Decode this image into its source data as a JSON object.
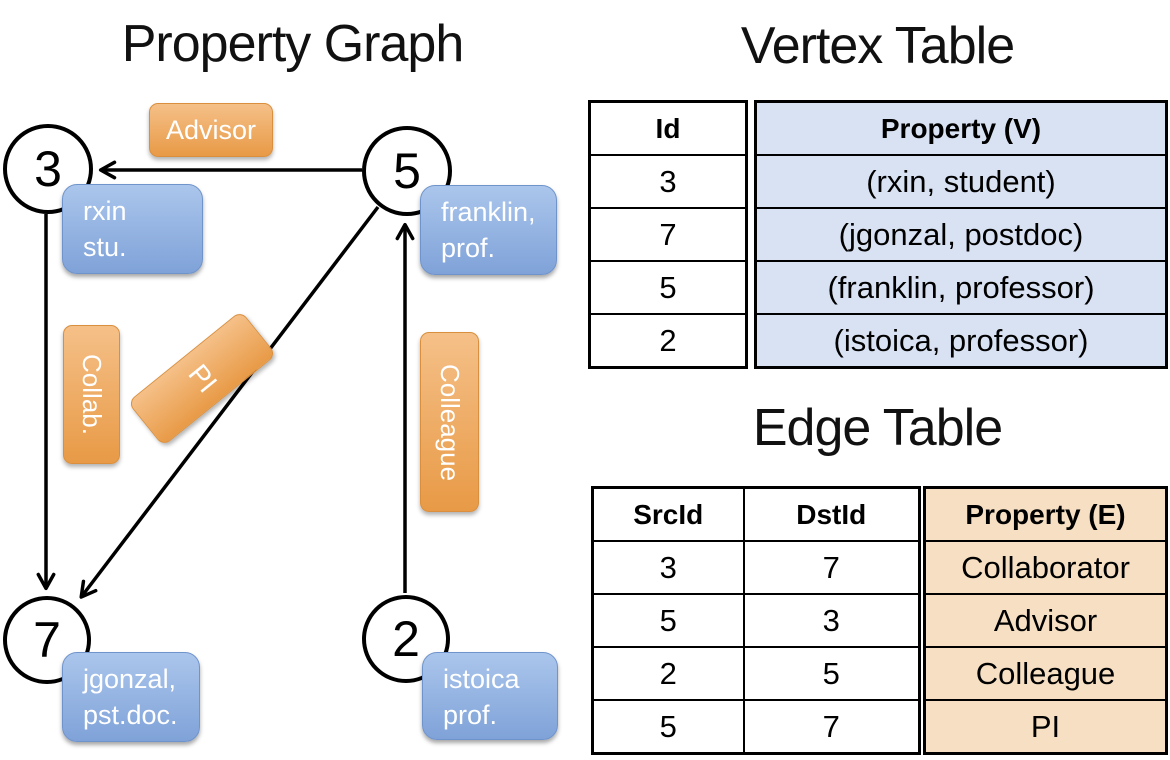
{
  "graph": {
    "title": "Property Graph",
    "nodes": [
      {
        "id": "3",
        "label_line1": "rxin",
        "label_line2": "stu."
      },
      {
        "id": "5",
        "label_line1": "franklin,",
        "label_line2": "prof."
      },
      {
        "id": "7",
        "label_line1": "jgonzal,",
        "label_line2": "pst.doc."
      },
      {
        "id": "2",
        "label_line1": "istoica",
        "label_line2": "prof."
      }
    ],
    "edges": [
      {
        "label": "Advisor",
        "src": "5",
        "dst": "3"
      },
      {
        "label": "Collab.",
        "src": "3",
        "dst": "7"
      },
      {
        "label": "PI",
        "src": "5",
        "dst": "7"
      },
      {
        "label": "Colleague",
        "src": "2",
        "dst": "5"
      }
    ]
  },
  "vertex_table": {
    "title": "Vertex Table",
    "col_id": "Id",
    "col_property": "Property (V)",
    "rows": [
      {
        "id": "3",
        "property": "(rxin, student)"
      },
      {
        "id": "7",
        "property": "(jgonzal, postdoc)"
      },
      {
        "id": "5",
        "property": "(franklin, professor)"
      },
      {
        "id": "2",
        "property": "(istoica, professor)"
      }
    ]
  },
  "edge_table": {
    "title": "Edge Table",
    "col_src": "SrcId",
    "col_dst": "DstId",
    "col_property": "Property (E)",
    "rows": [
      {
        "src": "3",
        "dst": "7",
        "property": "Collaborator"
      },
      {
        "src": "5",
        "dst": "3",
        "property": "Advisor"
      },
      {
        "src": "2",
        "dst": "5",
        "property": "Colleague"
      },
      {
        "src": "5",
        "dst": "7",
        "property": "PI"
      }
    ]
  },
  "colors": {
    "vertex_property_bg": "#d9e2f3",
    "edge_property_bg": "#f6dfc2",
    "node_box_blue_top": "#abc6ec",
    "node_box_blue_bottom": "#7fa2d8",
    "edge_label_orange_top": "#f5c088",
    "edge_label_orange_bottom": "#e89a46"
  }
}
